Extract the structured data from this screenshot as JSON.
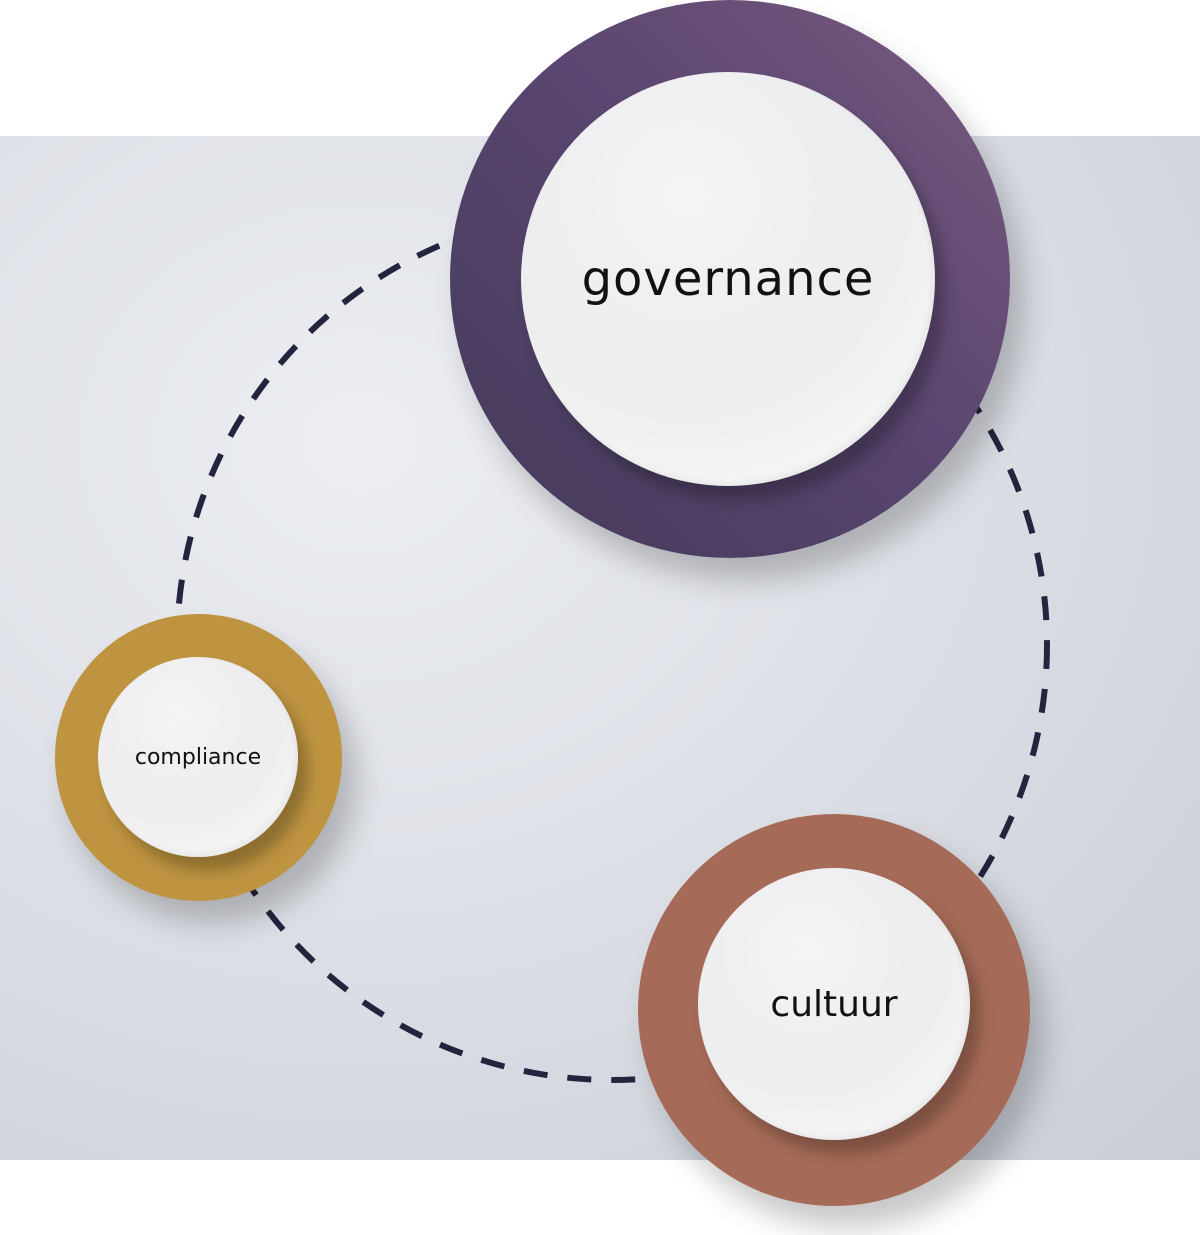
{
  "nodes": [
    {
      "id": "governance",
      "label": "governance",
      "color": "#5a4670"
    },
    {
      "id": "compliance",
      "label": "compliance",
      "color": "#be9440"
    },
    {
      "id": "cultuur",
      "label": "cultuur",
      "color": "#a66b58"
    }
  ],
  "connector": {
    "style": "dashed",
    "color": "#25243f"
  }
}
